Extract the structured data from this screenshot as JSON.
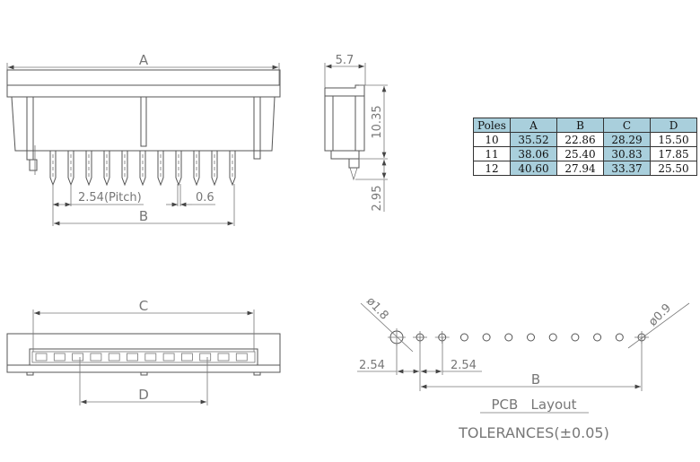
{
  "front_view": {
    "dim_a": "A",
    "dim_b": "B",
    "pitch": "2.54(Pitch)",
    "pin_width": "0.6"
  },
  "side_view": {
    "width": "5.7",
    "height": "10.35",
    "pin_length": "2.95"
  },
  "bottom_view": {
    "dim_c": "C",
    "dim_d": "D"
  },
  "pcb_layout": {
    "big_hole": "ø1.8",
    "small_hole": "ø0.9",
    "spacing_left": "2.54",
    "spacing_right": "2.54",
    "dim_b": "B",
    "title": "PCB   Layout",
    "tolerances": "TOLERANCES(±0.05)"
  },
  "table": {
    "headers": [
      "Poles",
      "A",
      "B",
      "C",
      "D"
    ],
    "rows": [
      [
        "10",
        "35.52",
        "22.86",
        "28.29",
        "15.50"
      ],
      [
        "11",
        "38.06",
        "25.40",
        "30.83",
        "17.85"
      ],
      [
        "12",
        "40.60",
        "27.94",
        "33.37",
        "25.50"
      ]
    ]
  },
  "colors": {
    "header_fill": "#a9cfdc",
    "line": "#555555"
  }
}
